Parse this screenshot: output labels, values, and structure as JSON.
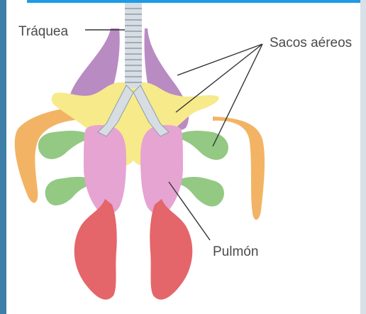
{
  "labels": {
    "trachea": "Tráquea",
    "air_sacs": "Sacos aéreos",
    "lung": "Pulmón"
  },
  "colors": {
    "top_bar": "#1d9be6",
    "left_strip": "#3d7fa8",
    "right_strip": "#d8e0e8",
    "trachea": "#d6dde3",
    "trachea_rings": "#8f9ca8",
    "purple_sac": "#b98bc3",
    "yellow_sac": "#f6ea8a",
    "orange_sac": "#f2b464",
    "green_sac": "#93c983",
    "lung": "#e6a4d2",
    "red_sac": "#e4666a",
    "leader_line": "#333333"
  }
}
